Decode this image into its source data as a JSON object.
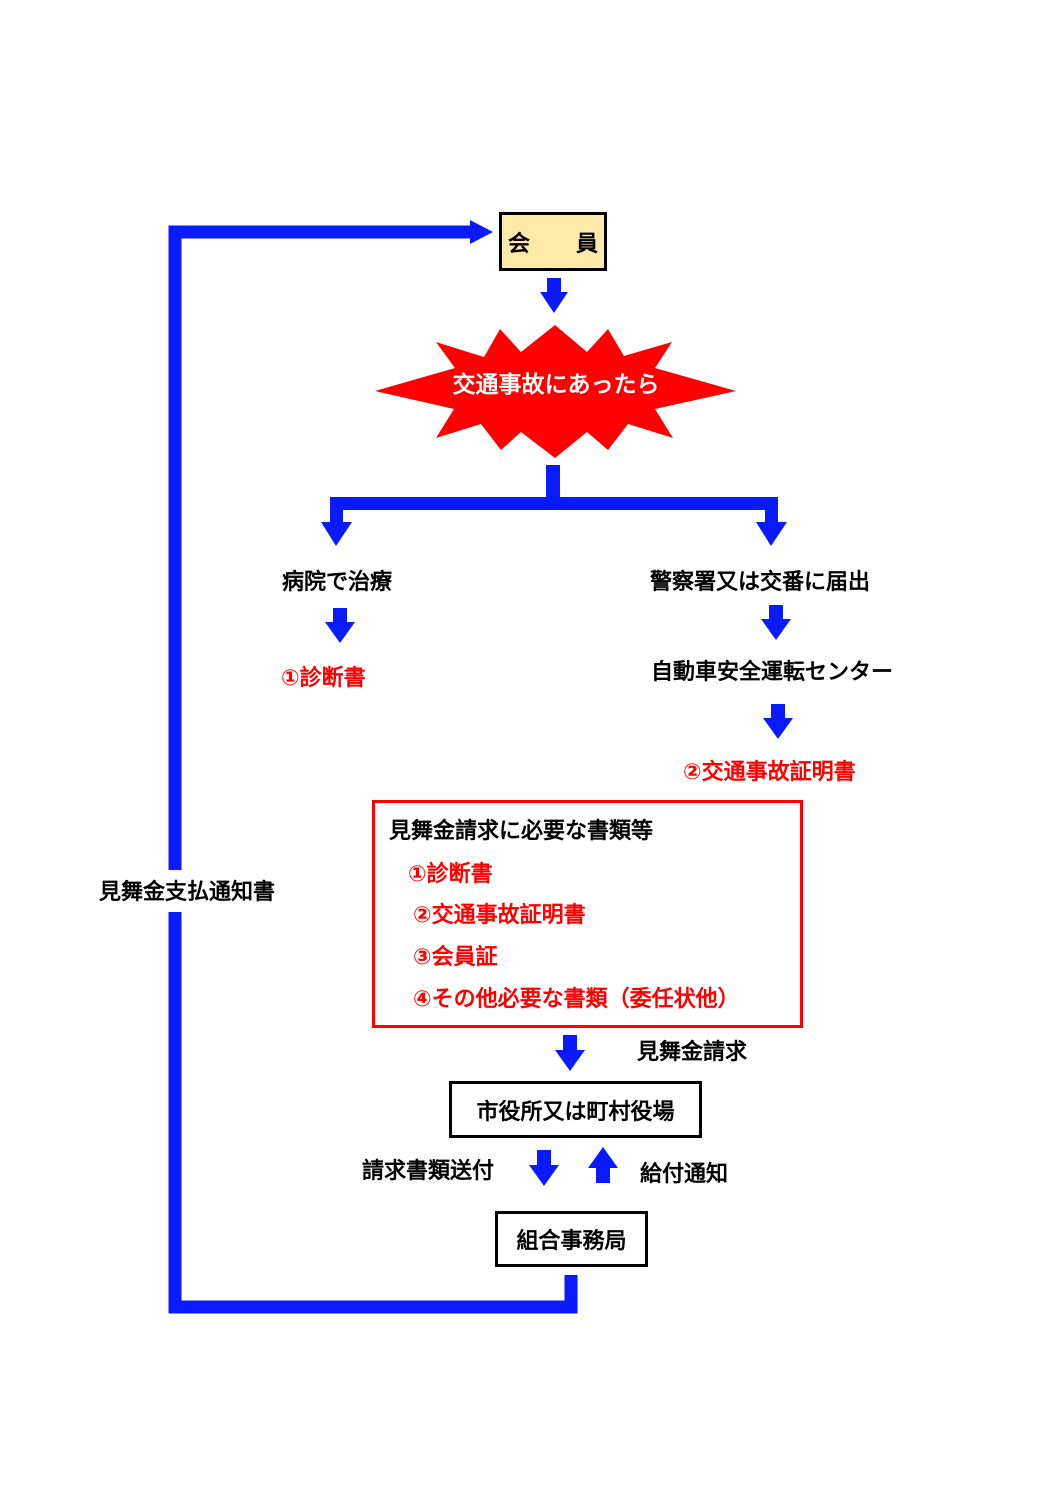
{
  "nodes": {
    "member": "会　員",
    "accident": "交通事故にあったら",
    "hospital": "病院で治療",
    "police": "警察署又は交番に届出",
    "safety_center": "自動車安全運転センター",
    "diagnosis": "①診断書",
    "accident_certificate": "②交通事故証明書",
    "city_office": "市役所又は町村役場",
    "union_office": "組合事務局"
  },
  "documents_box": {
    "title": "見舞金請求に必要な書類等",
    "items": [
      "①診断書",
      "②交通事故証明書",
      "③会員証",
      "④その他必要な書類（委任状他）"
    ]
  },
  "edge_labels": {
    "claim": "見舞金請求",
    "send_documents": "請求書類送付",
    "payment_notice": "給付通知",
    "payment_notification_letter": "見舞金支払通知書"
  },
  "colors": {
    "arrow": "#0a1aff",
    "burst": "#ff0000",
    "member_box_fill": "#fde9a8",
    "required_text": "#ff0000",
    "docs_border": "#ff0000"
  }
}
